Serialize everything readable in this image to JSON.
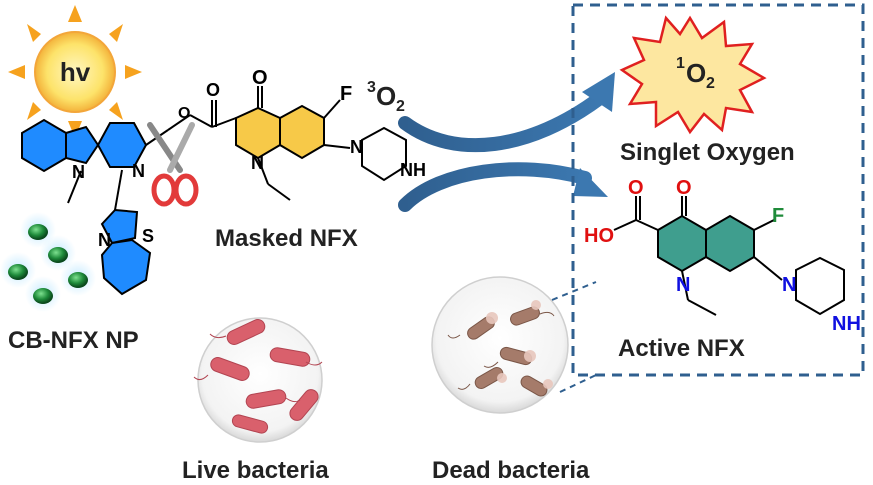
{
  "sun": {
    "label": "hv"
  },
  "cb_nfx_np": {
    "label": "CB-NFX NP"
  },
  "masked_nfx": {
    "label": "Masked NFX",
    "atoms": {
      "o_ketone": "O",
      "o_ester_carbonyl": "O",
      "o_ester": "O",
      "f": "F",
      "n_ring": "N",
      "nh": "NH",
      "n_pip": "N"
    }
  },
  "carboline": {
    "atoms": {
      "n_pyridine": "N",
      "n_indole": "N",
      "s": "S",
      "n_thiazole": "N"
    }
  },
  "oxygen_in": {
    "superscript": "3",
    "main": "O",
    "subscript": "2"
  },
  "singlet_oxygen": {
    "superscript": "1",
    "main": "O",
    "subscript": "2",
    "label": "Singlet Oxygen"
  },
  "active_nfx": {
    "label": "Active NFX",
    "atoms": {
      "ho": "HO",
      "o_acid": "O",
      "o_ketone": "O",
      "f": "F",
      "n_ring": "N",
      "n_pip": "N",
      "nh": "NH"
    }
  },
  "live_bacteria": {
    "label": "Live bacteria"
  },
  "dead_bacteria": {
    "label": "Dead bacteria"
  },
  "colors": {
    "blue_ring": "#1f8bff",
    "yellow_ring": "#f7c948",
    "teal_ring": "#3f9e8e",
    "arrow": "#2f5f8f",
    "bacteria_live": "#d9606c",
    "bacteria_dead": "#a57b6a",
    "dash_box": "#2f5f8f",
    "red_atom": "#e01010",
    "blue_atom": "#1010e0"
  }
}
